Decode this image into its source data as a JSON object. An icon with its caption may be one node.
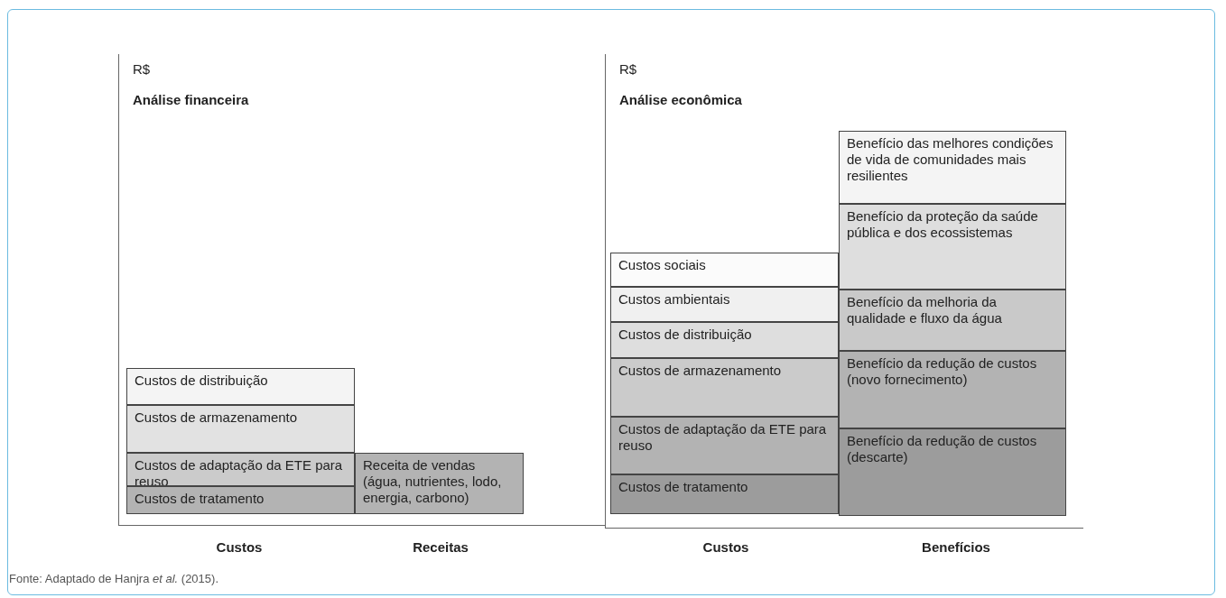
{
  "diagram": {
    "caption": "Fonte: Adaptado de Hanjra *et al.* (2015).",
    "nodes": [
      {
        "text": [
          "Custos de distribuição"
        ]
      },
      {
        "text": [
          "Custos de armazenamento"
        ]
      },
      {
        "text": [
          "Custos de adaptação da ETE para reuso"
        ]
      },
      {
        "text": [
          "Custos de tratamento"
        ]
      },
      {
        "text": [
          "Receita de vendas (água, nutrientes, lodo, energia, carbono)"
        ]
      },
      {
        "text": [
          "Benefício das melhores condições de vida de comunidades mais resilientes"
        ]
      },
      {
        "text": [
          "Benefício da proteção da saúde pública e dos ecossistemas"
        ]
      },
      {
        "text": [
          "Custos sociais"
        ]
      },
      {
        "text": [
          "Custos ambientais"
        ]
      },
      {
        "text": [
          "Benefício da melhoria da qualidade e fluxo da água"
        ]
      },
      {
        "text": [
          "Custos de distribuição"
        ]
      },
      {
        "text": [
          "Custos de armazenamento"
        ]
      },
      {
        "text": [
          "Benefício da redução de custos (novo fornecimento)"
        ]
      },
      {
        "text": [
          "Custos de adaptação da ETE para reuso"
        ]
      },
      {
        "text": [
          "Benefício da redução de custos (descarte)"
        ]
      },
      {
        "text": [
          "Custos de tratamento"
        ]
      }
    ],
    "labels": [
      "R$",
      "Análise financeira",
      "R$",
      "Análise econômica",
      "Custos",
      "Receitas",
      "Custos",
      "Benefícios"
    ]
  }
}
